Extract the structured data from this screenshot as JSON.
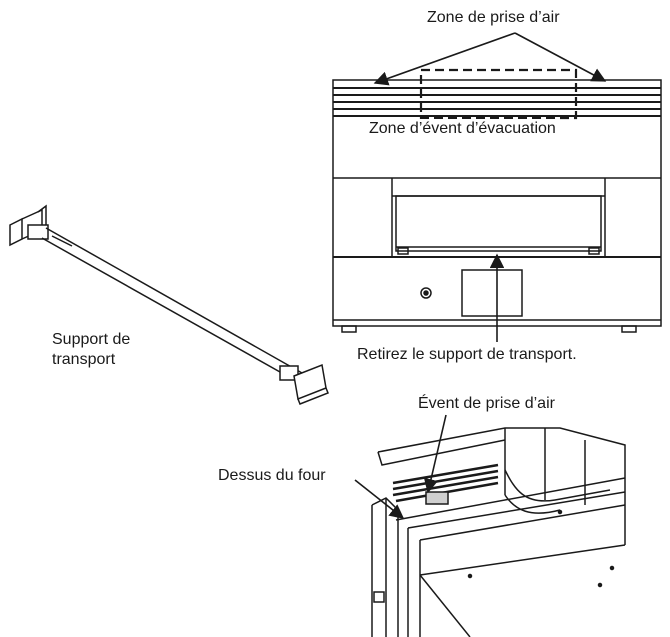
{
  "labels": {
    "air_intake_zone": "Zone de prise d’air",
    "exhaust_vent_zone": "Zone d’évent d’évacuation",
    "remove_transport_bracket": "Retirez le support de transport.",
    "transport_bracket_line1": "Support de",
    "transport_bracket_line2": "transport",
    "air_intake_vent": "Évent de prise d’air",
    "oven_top": "Dessus du four"
  },
  "colors": {
    "line": "#1a1a1a",
    "fill": "#ffffff",
    "shade": "#cfcfcf"
  }
}
